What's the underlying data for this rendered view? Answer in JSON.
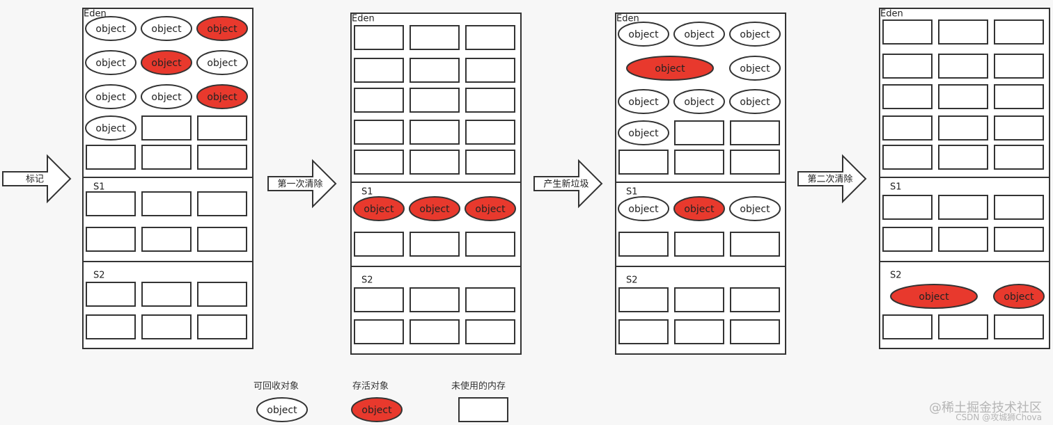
{
  "labels": {
    "eden": "Eden",
    "s1": "S1",
    "s2": "S2",
    "object": "object"
  },
  "arrows": [
    "标记",
    "第一次清除",
    "产生新垃圾",
    "第二次清除"
  ],
  "legend": {
    "recyclable": "可回收对象",
    "alive": "存活对象",
    "unused": "未使用的内存"
  },
  "watermark": {
    "line1": "@稀土掘金技术社区",
    "line2": "CSDN @攻城狮Chova"
  },
  "colors": {
    "alive": "#e8392d",
    "stroke": "#333333",
    "white": "#ffffff"
  },
  "panels": [
    {
      "eden": [
        [
          "w",
          "w",
          "r"
        ],
        [
          "w",
          "r",
          "w"
        ],
        [
          "w",
          "w",
          "r"
        ],
        [
          "w",
          "e",
          "e"
        ],
        [
          "e",
          "e",
          "e"
        ]
      ],
      "s1": [
        [
          "e",
          "e",
          "e"
        ],
        [
          "e",
          "e",
          "e"
        ]
      ],
      "s2": [
        [
          "e",
          "e",
          "e"
        ],
        [
          "e",
          "e",
          "e"
        ]
      ]
    },
    {
      "eden": [
        [
          "e",
          "e",
          "e"
        ],
        [
          "e",
          "e",
          "e"
        ],
        [
          "e",
          "e",
          "e"
        ],
        [
          "e",
          "e",
          "e"
        ],
        [
          "e",
          "e",
          "e"
        ]
      ],
      "s1": [
        [
          "r",
          "r",
          "r"
        ],
        [
          "e",
          "e",
          "e"
        ]
      ],
      "s2": [
        [
          "e",
          "e",
          "e"
        ],
        [
          "e",
          "e",
          "e"
        ]
      ]
    },
    {
      "eden": [
        [
          "w",
          "w",
          "w"
        ],
        [
          "R",
          "w"
        ],
        [
          "w",
          "w",
          "w"
        ],
        [
          "w",
          "e",
          "e"
        ],
        [
          "e",
          "e",
          "e"
        ]
      ],
      "s1": [
        [
          "w",
          "r",
          "w"
        ],
        [
          "e",
          "e",
          "e"
        ]
      ],
      "s2": [
        [
          "e",
          "e",
          "e"
        ],
        [
          "e",
          "e",
          "e"
        ]
      ]
    },
    {
      "eden": [
        [
          "e",
          "e",
          "e"
        ],
        [
          "e",
          "e",
          "e"
        ],
        [
          "e",
          "e",
          "e"
        ],
        [
          "e",
          "e",
          "e"
        ],
        [
          "e",
          "e",
          "e"
        ]
      ],
      "s1": [
        [
          "e",
          "e",
          "e"
        ],
        [
          "e",
          "e",
          "e"
        ]
      ],
      "s2": [
        [
          "R",
          "r"
        ],
        [
          "e",
          "e",
          "e"
        ]
      ]
    }
  ]
}
